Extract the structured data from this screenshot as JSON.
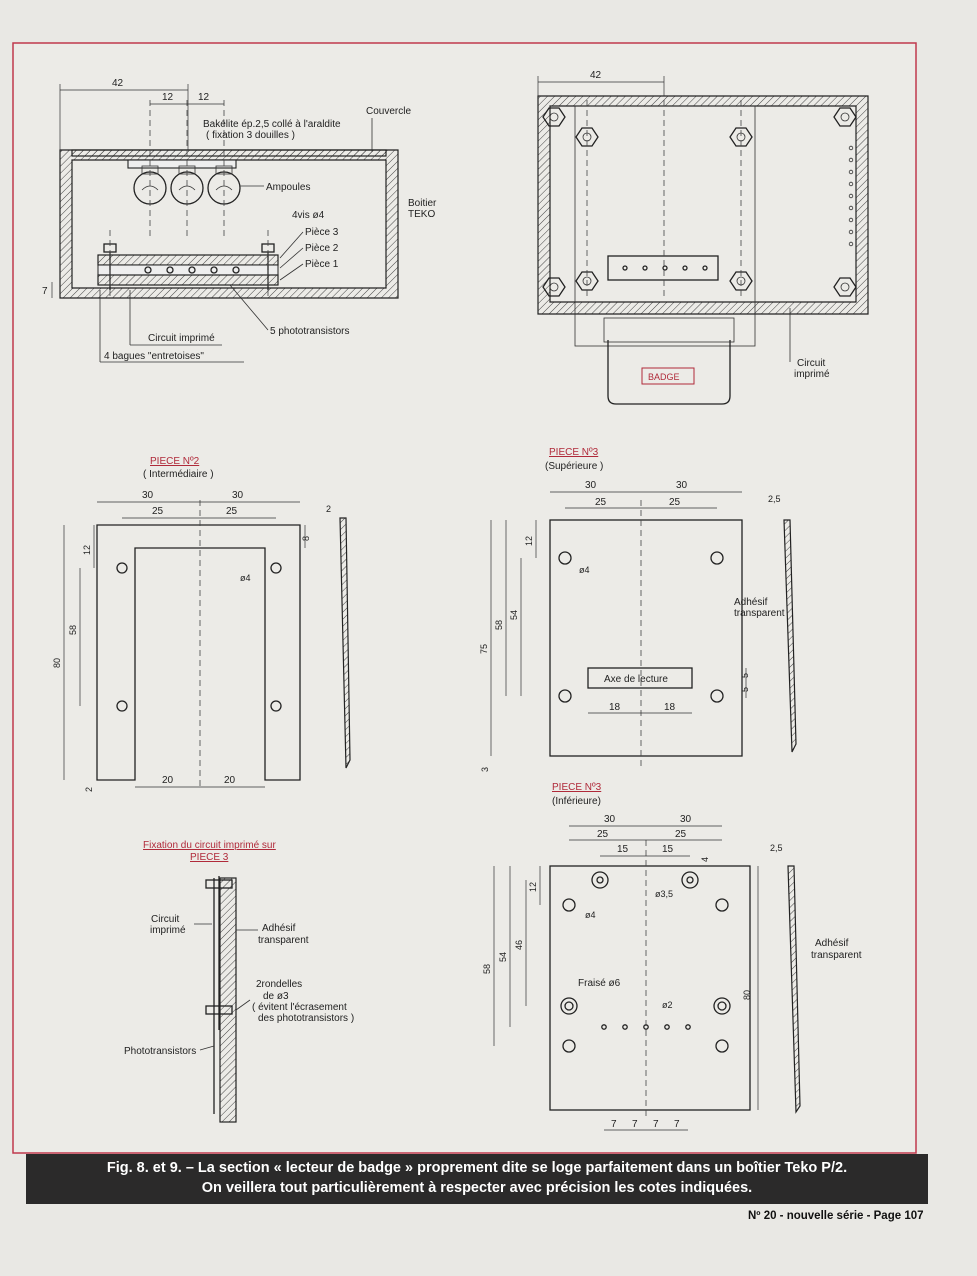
{
  "section_view": {
    "dim_width": "42",
    "dim_a": "12",
    "dim_b": "12",
    "dim_height": "7",
    "labels": {
      "bakelite_line1": "Bakélite ép.2,5 collé à l'araldite",
      "bakelite_line2": "( fixation 3 douilles )",
      "couvercle": "Couvercle",
      "ampoules": "Ampoules",
      "boitier_line1": "Boitier",
      "boitier_line2": "TEKO",
      "vis": "4vis ø4",
      "piece3": "Pièce 3",
      "piece2": "Pièce 2",
      "piece1": "Pièce 1",
      "circuit": "Circuit imprimé",
      "phototransistors": "5 phototransistors",
      "bagues": "4 bagues \"entretoises\""
    }
  },
  "top_view": {
    "dim_width": "42",
    "badge": "BADGE",
    "circuit_line1": "Circuit",
    "circuit_line2": "imprimé"
  },
  "piece2": {
    "title": "PIECE Nº2",
    "subtitle": "( Intermédiaire )",
    "dim_30a": "30",
    "dim_30b": "30",
    "dim_25a": "25",
    "dim_25b": "25",
    "dim_8": "8",
    "dim_12": "12",
    "dim_58": "58",
    "dim_80": "80",
    "dim_2": "2",
    "dim_20a": "20",
    "dim_20b": "20",
    "hole": "ø4",
    "side_dim": "2"
  },
  "piece3_sup": {
    "title": "PIECE Nº3",
    "subtitle": "(Supérieure )",
    "dim_30a": "30",
    "dim_30b": "30",
    "dim_25a": "25",
    "dim_25b": "25",
    "dim_12": "12",
    "dim_54": "54",
    "dim_58": "58",
    "dim_75": "75",
    "dim_3": "3",
    "dim_5a": "5",
    "dim_5b": "5",
    "dim_18a": "18",
    "dim_18b": "18",
    "hole": "ø4",
    "axe": "Axe de lecture",
    "side_dim": "2,5",
    "adhesif_line1": "Adhésif",
    "adhesif_line2": "transparent"
  },
  "piece3_inf": {
    "title": "PIECE Nº3",
    "subtitle": "(Inférieure)",
    "dim_30a": "30",
    "dim_30b": "30",
    "dim_25a": "25",
    "dim_25b": "25",
    "dim_15a": "15",
    "dim_15b": "15",
    "dim_4": "4",
    "dim_12": "12",
    "dim_46": "46",
    "dim_54": "54",
    "dim_58": "58",
    "dim_80": "80",
    "dim_7a": "7",
    "dim_7b": "7",
    "dim_7c": "7",
    "dim_7d": "7",
    "hole_35": "ø3,5",
    "hole_4": "ø4",
    "hole_2": "ø2",
    "fraise": "Fraisé ø6",
    "side_dim": "2,5",
    "adhesif_line1": "Adhésif",
    "adhesif_line2": "transparent"
  },
  "fixation": {
    "title_line1": "Fixation du circuit imprimé sur",
    "title_line2": "PIECE 3",
    "circuit_line1": "Circuit",
    "circuit_line2": "imprimé",
    "adhesif_line1": "Adhésif",
    "adhesif_line2": "transparent",
    "rondelles_line1": "2rondelles",
    "rondelles_line2": "de ø3",
    "rondelles_line3": "( évitent l'écrasement",
    "rondelles_line4": "des phototransistors )",
    "phototransistors": "Phototransistors"
  },
  "caption": {
    "line1": "Fig. 8. et 9. – La section « lecteur de badge » proprement dite se loge parfaitement dans un boîtier Teko P/2.",
    "line2": "On veillera tout particulièrement à respecter avec précision les cotes indiquées."
  },
  "footer": "Nº 20 - nouvelle série - Page 107",
  "colors": {
    "frame": "#c0394d",
    "caption_bg": "#2b2a2a",
    "title_red": "#b02a3a"
  }
}
